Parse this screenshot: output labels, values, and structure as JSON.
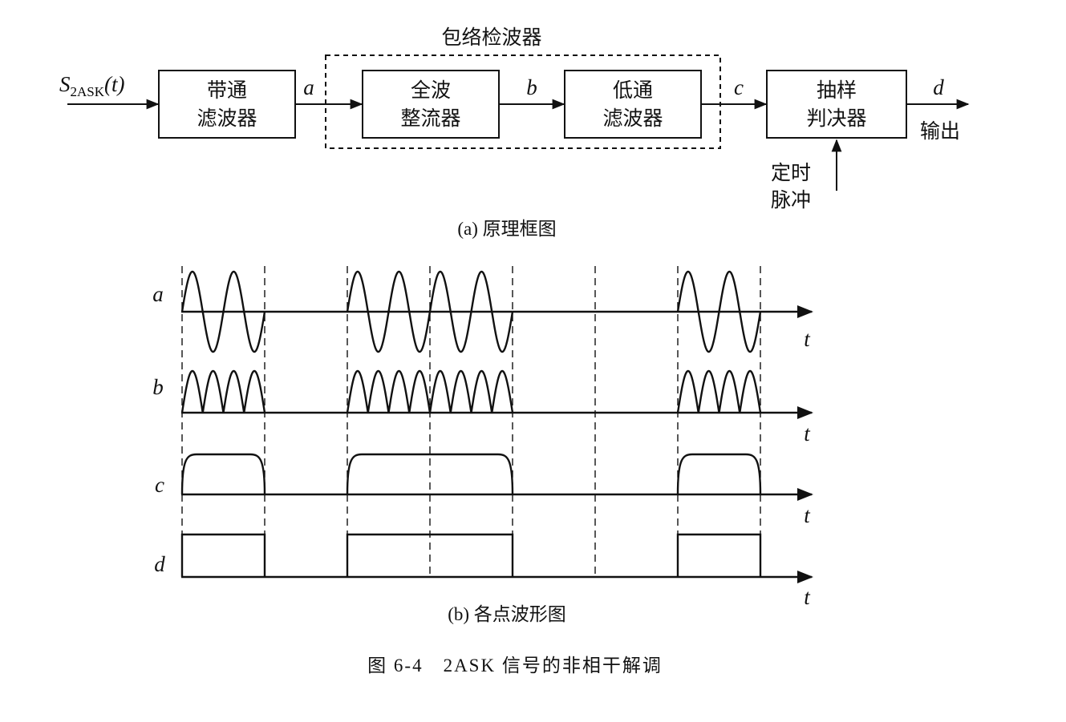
{
  "block_diagram": {
    "group_title": "包络检波器",
    "input_label": {
      "main": "S",
      "sub": "2ASK",
      "arg": "(t)"
    },
    "blocks": [
      {
        "line1": "带通",
        "line2": "滤波器"
      },
      {
        "line1": "全波",
        "line2": "整流器"
      },
      {
        "line1": "低通",
        "line2": "滤波器"
      },
      {
        "line1": "抽样",
        "line2": "判决器"
      }
    ],
    "node_labels": [
      "a",
      "b",
      "c",
      "d"
    ],
    "output_label": "输出",
    "timing_label": {
      "line1": "定时",
      "line2": "脉冲"
    },
    "caption": "(a) 原理框图"
  },
  "waveforms": {
    "bit_pattern": [
      1,
      0,
      1,
      1,
      0,
      0,
      1
    ],
    "carrier_cycles_per_bit": 2,
    "rows": [
      {
        "label": "a",
        "axis_label": "t",
        "kind": "ask_carrier"
      },
      {
        "label": "b",
        "axis_label": "t",
        "kind": "full_wave_rectified"
      },
      {
        "label": "c",
        "axis_label": "t",
        "kind": "envelope"
      },
      {
        "label": "d",
        "axis_label": "t",
        "kind": "decision_output"
      }
    ],
    "caption": "(b) 各点波形图"
  },
  "figure_caption": "图 6-4　2ASK 信号的非相干解调"
}
